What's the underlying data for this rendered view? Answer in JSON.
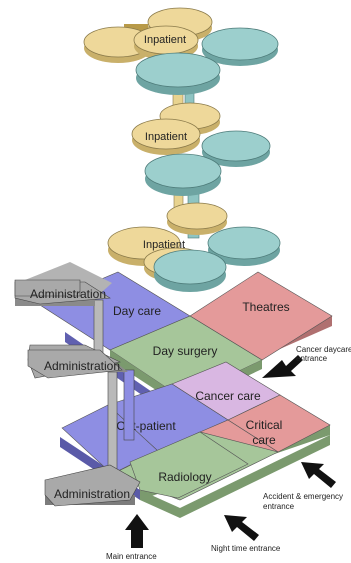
{
  "inpatient_levels": [
    "Inpatient",
    "Inpatient",
    "Inpatient"
  ],
  "upper_floor": {
    "day_care": "Day care",
    "theatres": "Theatres",
    "day_surgery": "Day surgery"
  },
  "ground_floor": {
    "cancer_care": "Cancer care",
    "out_patient": "Out-patient",
    "critical_care": [
      "Critical",
      "care"
    ],
    "radiology": "Radiology"
  },
  "administration": [
    "Administration",
    "Administration",
    "Administration"
  ],
  "entrances": {
    "cancer_daycare": [
      "Cancer daycare",
      "entrance"
    ],
    "accident_emergency": [
      "Accident & emergency",
      "entrance"
    ],
    "night_time": "Night time entrance",
    "main": "Main entrance"
  },
  "colors": {
    "inpatient_yellow": "#e8d38f",
    "inpatient_teal": "#8ec4c2",
    "admin_grey": "#a9a9a9",
    "day_care_blue": "#8e8ee3",
    "theatres_red": "#e49a9a",
    "day_surgery_green": "#a6c69a",
    "cancer_care_pink": "#d9b7e2"
  }
}
